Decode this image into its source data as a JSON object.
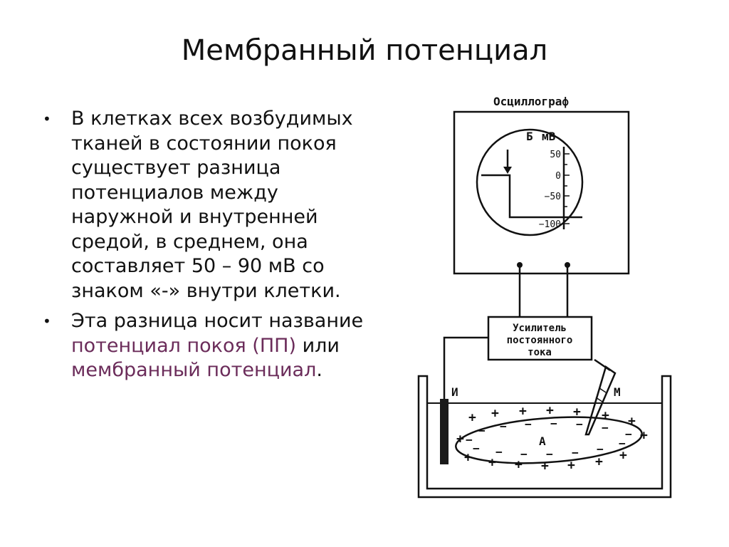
{
  "title": "Мембранный потенциал",
  "bullets": {
    "b1": "В клетках всех возбудимых тканей в состоянии покоя существует разница потенциалов между наружной и внутренней средой, в среднем, она составляет 50 – 90 мВ со знаком «-» внутри клетки.",
    "b2_prefix": "Эта разница носит название ",
    "b2_term1": "потенциал покоя (ПП)",
    "b2_mid": " или ",
    "b2_term2": "мембранный потенциал",
    "b2_suffix": "."
  },
  "colors": {
    "accent": "#6b2c5a",
    "ink": "#111111",
    "electrode": "#1a1a1a"
  },
  "diagram": {
    "oscillograph_label": "Осциллограф",
    "scale_letter": "Б",
    "scale_unit": "мВ",
    "scale_ticks": [
      "50",
      "0",
      "−50",
      "−100"
    ],
    "amplifier_line1": "Усилитель",
    "amplifier_line2": "постоянного",
    "amplifier_line3": "тока",
    "electrode_ref_label": "И",
    "electrode_micro_label": "М",
    "cell_label": "А"
  }
}
